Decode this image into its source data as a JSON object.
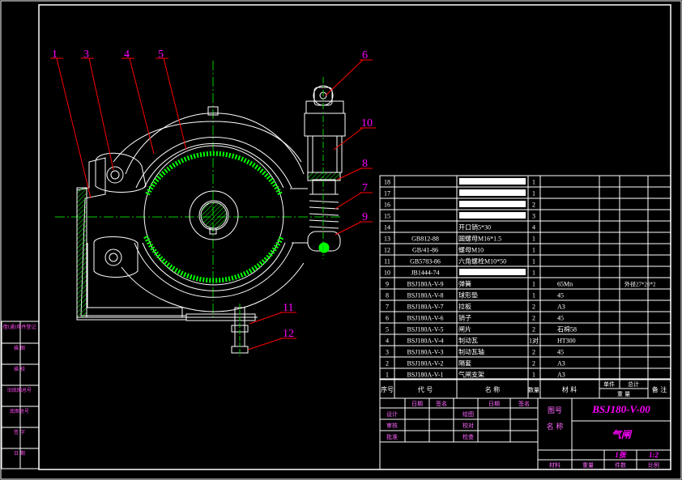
{
  "balloons": [
    "1",
    "3",
    "4",
    "5",
    "6",
    "10",
    "8",
    "7",
    "9",
    "11",
    "12"
  ],
  "side_stamps": [
    "借(通)用件登记",
    "描 图",
    "描 校",
    "旧底图总号",
    "底图总号",
    "签 字",
    "日 期"
  ],
  "parts": [
    {
      "no": "18",
      "code": "",
      "name": "",
      "qty": "1",
      "material": "",
      "note": "",
      "redacted": true
    },
    {
      "no": "17",
      "code": "",
      "name": "",
      "qty": "1",
      "material": "",
      "note": "",
      "redacted": true
    },
    {
      "no": "16",
      "code": "",
      "name": "",
      "qty": "2",
      "material": "",
      "note": "",
      "redacted": true
    },
    {
      "no": "15",
      "code": "",
      "name": "",
      "qty": "3",
      "material": "",
      "note": "",
      "redacted": true
    },
    {
      "no": "14",
      "code": "",
      "name": "开口销5*30",
      "qty": "4",
      "material": "",
      "note": ""
    },
    {
      "no": "13",
      "code": "GB812-88",
      "name": "圆螺母M16*1.5",
      "qty": "1",
      "material": "",
      "note": ""
    },
    {
      "no": "12",
      "code": "GB/41-86",
      "name": "螺母M10",
      "qty": "1",
      "material": "",
      "note": ""
    },
    {
      "no": "11",
      "code": "GB5783-86",
      "name": "六角螺栓M10*50",
      "qty": "1",
      "material": "",
      "note": ""
    },
    {
      "no": "10",
      "code": "JB1444-74",
      "name": "",
      "qty": "1",
      "material": "",
      "note": "",
      "redacted": true
    },
    {
      "no": "9",
      "code": "BSJ180A-V-9",
      "name": "弹簧",
      "qty": "1",
      "material": "65Mn",
      "note": "外径27*20*2"
    },
    {
      "no": "8",
      "code": "BSJ180A-V-8",
      "name": "球形垫",
      "qty": "1",
      "material": "45",
      "note": ""
    },
    {
      "no": "7",
      "code": "BSJ180A-V-7",
      "name": "拉板",
      "qty": "2",
      "material": "A3",
      "note": ""
    },
    {
      "no": "6",
      "code": "BSJ180A-V-6",
      "name": "销子",
      "qty": "2",
      "material": "45",
      "note": ""
    },
    {
      "no": "5",
      "code": "BSJ180A-V-5",
      "name": "闸片",
      "qty": "2",
      "material": "石棉58",
      "note": ""
    },
    {
      "no": "4",
      "code": "BSJ180A-V-4",
      "name": "制动瓦",
      "qty": "1对",
      "material": "HT300",
      "note": ""
    },
    {
      "no": "3",
      "code": "BSJ180A-V-3",
      "name": "制动瓦轴",
      "qty": "2",
      "material": "45",
      "note": ""
    },
    {
      "no": "2",
      "code": "BSJ180A-V-2",
      "name": "隔套",
      "qty": "2",
      "material": "A3",
      "note": ""
    },
    {
      "no": "1",
      "code": "BSJ180A-V-1",
      "name": "气闸支架",
      "qty": "1",
      "material": "A3",
      "note": ""
    }
  ],
  "bom_header": {
    "seq": "序号",
    "code": "代 号",
    "name": "名 称",
    "qty": "数量",
    "material": "材 料",
    "unit_weight": "单件",
    "total_weight": "总计",
    "weight": "重 量",
    "note": "备 注"
  },
  "title_block": {
    "date1": "日期",
    "sign1": "签名",
    "date2": "日期",
    "sign2": "签名",
    "designer": "设计",
    "checker": "审核",
    "approver": "批准",
    "drawn": "绘图",
    "corrector": "校对",
    "checked": "检查",
    "drawing_no_label": "图号",
    "drawing_no": "BSJ180-V-00",
    "name_label": "名 称",
    "name": "气闸",
    "sheet": "1张",
    "scale": "1:2",
    "material_label": "材料",
    "weight_label": "重量",
    "count_label": "件数",
    "scale_label": "比例"
  },
  "colors": {
    "line": "#ffffff",
    "balloon": "#ff00ff",
    "leader": "#ff0000",
    "hatch": "#00ff00",
    "center": "#00cc00"
  }
}
